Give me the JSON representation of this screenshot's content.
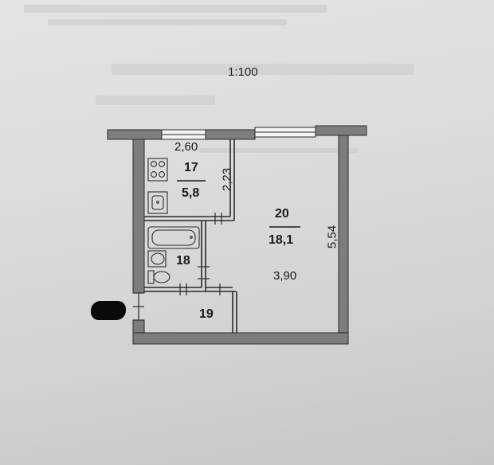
{
  "scale": "1:100",
  "rooms": {
    "kitchen": {
      "number": "17",
      "area": "5,8"
    },
    "living": {
      "number": "20",
      "area": "18,1"
    },
    "bathroom": {
      "number": "18"
    },
    "hall": {
      "number": "19"
    }
  },
  "dimensions": {
    "kitchen_width": "2,60",
    "kitchen_depth": "2,23",
    "living_depth": "5,54",
    "living_width": "3,90"
  },
  "colors": {
    "wall": "#7d7d7d",
    "line": "#2a2a2a",
    "paper": "#dcdcdc",
    "redaction": "#0a0a0a"
  }
}
